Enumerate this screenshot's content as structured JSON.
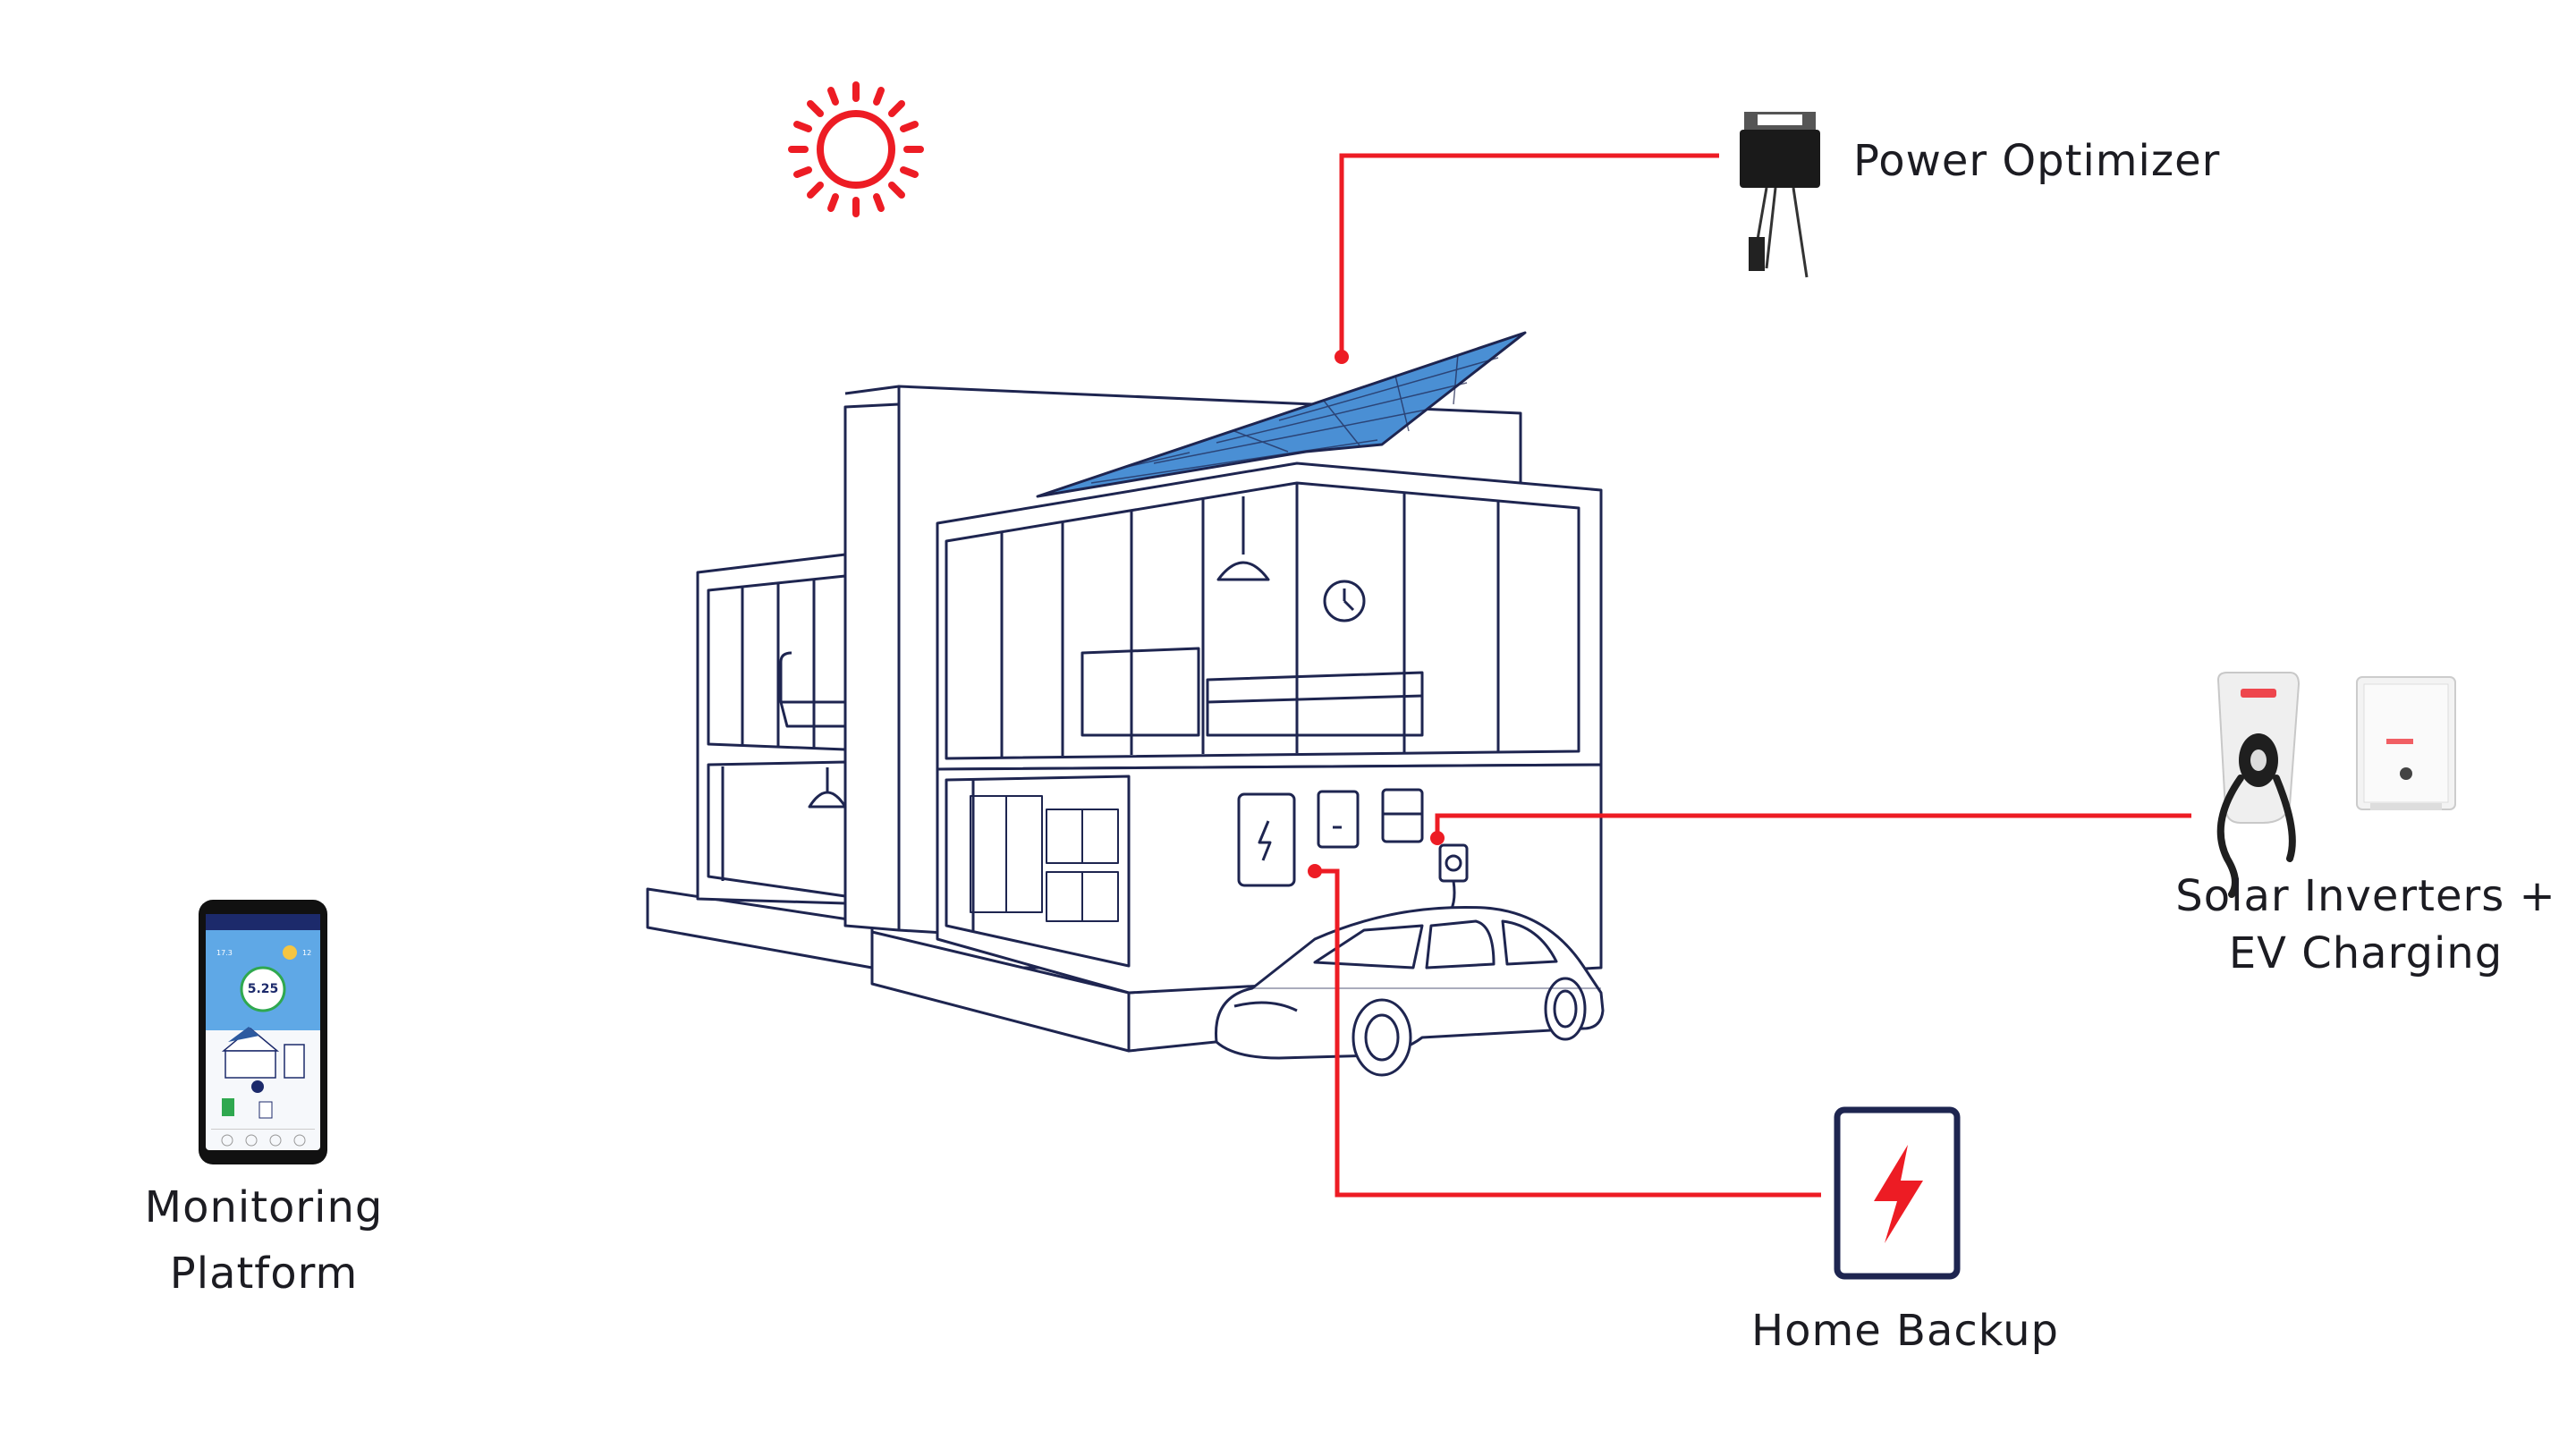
{
  "labels": {
    "power_optimizer": "Power Optimizer",
    "solar_inverters_line1": "Solar Inverters +",
    "solar_inverters_line2": "EV Charging",
    "home_backup": "Home Backup",
    "monitoring_line1": "Monitoring",
    "monitoring_line2": "Platform"
  },
  "phone_screen": {
    "headline_value": "5.25",
    "left_stat": "17.3",
    "right_stat": "12"
  },
  "colors": {
    "accent": "#ed1c24",
    "outline": "#1e2550",
    "panel": "#4a8fd4",
    "text": "#1c1c22"
  },
  "icons": {
    "sun": "sun-icon",
    "backup": "lightning-bolt-icon",
    "optimizer": "power-optimizer-device",
    "inverter": "inverter-device",
    "charger": "ev-charger-device",
    "phone": "smartphone-app"
  }
}
